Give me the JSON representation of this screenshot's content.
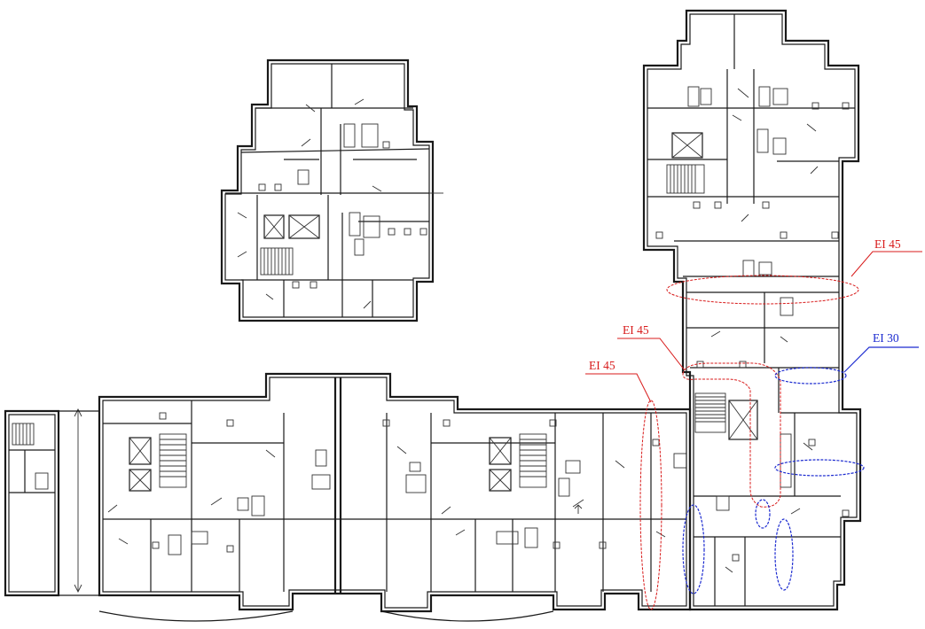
{
  "colors": {
    "walls": "#1a1a1a",
    "fire_rating_red": "#d81b1b",
    "fire_rating_blue": "#1c2bd0",
    "background": "#ffffff"
  },
  "labels": {
    "ei45_top": "EI 45",
    "ei45_middle": "EI 45",
    "ei45_left": "EI 45",
    "ei30": "EI 30"
  }
}
